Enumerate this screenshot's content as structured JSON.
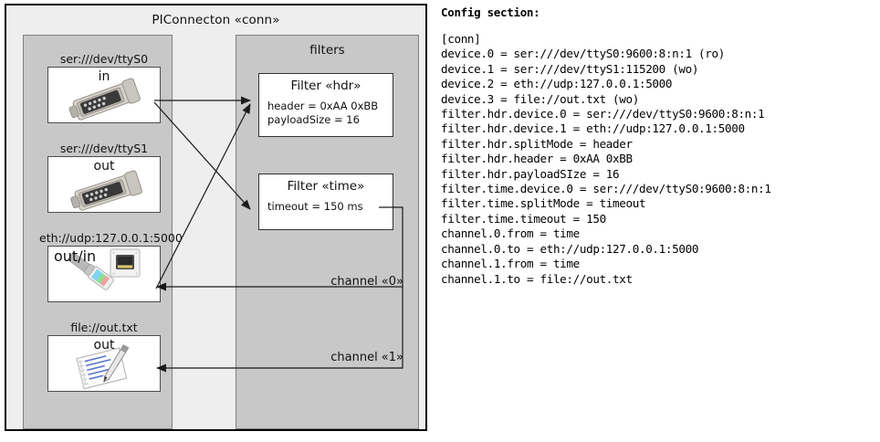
{
  "diagram": {
    "outer": {
      "title": "PIConnecton «conn»"
    },
    "devices_panel": {
      "title": ""
    },
    "filters_panel": {
      "title": "filters"
    },
    "devices": [
      {
        "label": "ser:///dev/ttyS0",
        "direction": "in",
        "icon": "serial-db9-icon"
      },
      {
        "label": "ser:///dev/ttyS1",
        "direction": "out",
        "icon": "serial-db9-icon"
      },
      {
        "label": "eth://udp:127.0.0.1:5000",
        "direction": "out/in",
        "icon": "ethernet-rj45-icon"
      },
      {
        "label": "file://out.txt",
        "direction": "out",
        "icon": "text-file-pencil-icon"
      }
    ],
    "filters": [
      {
        "title": "Filter «hdr»",
        "props": [
          "header = 0xAA 0xBB",
          "payloadSize = 16"
        ]
      },
      {
        "title": "Filter «time»",
        "props": [
          "timeout = 150 ms"
        ]
      }
    ],
    "channels": [
      {
        "label": "channel «0»"
      },
      {
        "label": "channel «1»"
      }
    ]
  },
  "config": {
    "heading": "Config section:",
    "lines": [
      "[conn]",
      "device.0 = ser:///dev/ttyS0:9600:8:n:1 (ro)",
      "device.1 = ser:///dev/ttyS1:115200 (wo)",
      "device.2 = eth://udp:127.0.0.1:5000",
      "device.3 = file://out.txt (wo)",
      "filter.hdr.device.0 = ser:///dev/ttyS0:9600:8:n:1",
      "filter.hdr.device.1 = eth://udp:127.0.0.1:5000",
      "filter.hdr.splitMode = header",
      "filter.hdr.header = 0xAA 0xBB",
      "filter.hdr.payloadSIze = 16",
      "filter.time.device.0 = ser:///dev/ttyS0:9600:8:n:1",
      "filter.time.splitMode = timeout",
      "filter.time.timeout = 150",
      "channel.0.from = time",
      "channel.0.to = eth://udp:127.0.0.1:5000",
      "channel.1.from = time",
      "channel.1.to = file://out.txt"
    ]
  },
  "colors": {
    "outer_fill": "#eeeeee",
    "panel_fill": "#c8c8c8",
    "card_fill": "#ffffff",
    "line": "#1a1a1a"
  }
}
